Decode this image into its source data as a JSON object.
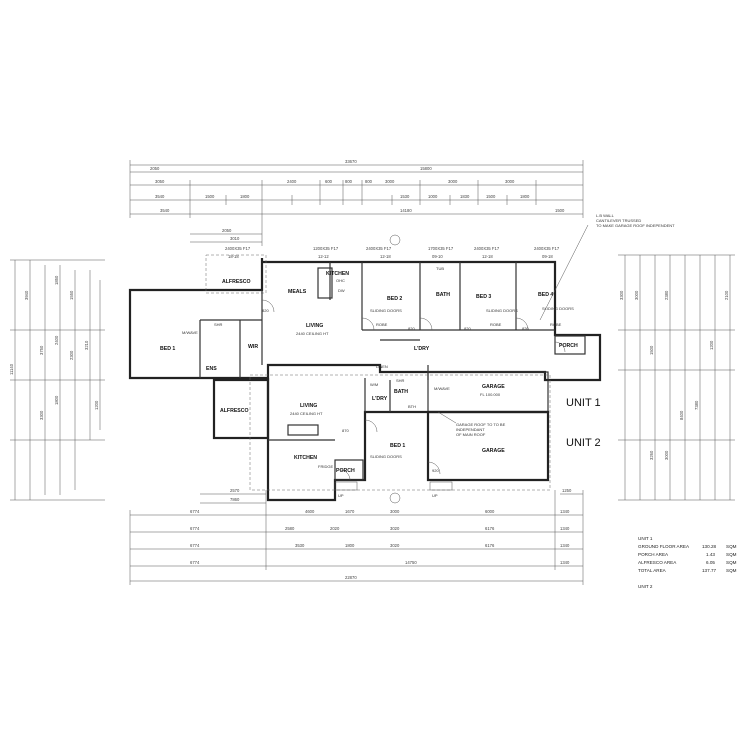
{
  "top_dims": {
    "r1": [
      "33670"
    ],
    "r2": [
      "2050",
      "15800"
    ],
    "r3": [
      "3050",
      "2400",
      "600",
      "800",
      "800",
      "3000",
      "3000",
      "3000"
    ],
    "r4": [
      "3540",
      "1500",
      "1800",
      "1530",
      "1000",
      "1830",
      "1500",
      "1800"
    ],
    "r5": [
      "3540",
      "14180",
      "1500"
    ],
    "r6": [
      "2050",
      "3010"
    ],
    "r7": [
      "2400X35 F17",
      "1200X35 F17",
      "2400X35 F17",
      "1700X35 F17",
      "2400X35 F17",
      "2400X35 F17"
    ],
    "r8": [
      "18-18",
      "12-12",
      "12-18",
      "09-10",
      "12-18",
      "09-18"
    ]
  },
  "bottom_dims": {
    "r1": [
      "2570"
    ],
    "r2": [
      "7860"
    ],
    "r3": [
      "6774",
      "4600",
      "1670",
      "3000",
      "6000",
      "1340"
    ],
    "r4": [
      "6774",
      "2580",
      "2020",
      "3020",
      "6176",
      "1340"
    ],
    "r5": [
      "6774",
      "3530",
      "1800",
      "3020",
      "6176",
      "1340"
    ],
    "r6": [
      "6774",
      "14750",
      "1340"
    ],
    "r7": [
      "22870"
    ],
    "r8": [
      "1250"
    ]
  },
  "left_dims": [
    "11140",
    "3940",
    "3750",
    "3300",
    "1850",
    "2400",
    "1800",
    "1550",
    "2300",
    "3210",
    "1200"
  ],
  "right_dims": [
    "3300",
    "3000",
    "1500",
    "2380",
    "8400",
    "7380",
    "1200",
    "2100",
    "3260",
    "3000"
  ],
  "rooms": {
    "alfresco_1": "ALFRESCO",
    "meals": "MEALS",
    "kitchen_1": "KITCHEN",
    "living_1": "LIVING",
    "living_1_ceiling": "2440 CEILING HT",
    "bed2": "BED 2",
    "bath_1": "BATH",
    "bed3": "BED 3",
    "bed4": "BED 4",
    "bed1_u1": "BED 1",
    "wir": "WIR",
    "ens": "ENS",
    "ldry_1": "L'DRY",
    "linen": "LINEN",
    "porch_1": "PORCH",
    "garage_1": "GARAGE",
    "garage_1_fl": "FL 100.000",
    "alfresco_2": "ALFRESCO",
    "living_2": "LIVING",
    "living_2_ceiling": "2440 CEILING HT",
    "kitchen_2": "KITCHEN",
    "ldry_2": "L'DRY",
    "bath_2": "BATH",
    "bed1_u2": "BED 1",
    "porch_2": "PORCH",
    "garage_2": "GARAGE"
  },
  "fixtures": [
    "SHR",
    "SHR",
    "SLIDING DOORS",
    "SLIDING DOORS",
    "SLIDING DOORS",
    "SLIDING DOORS",
    "ROBE",
    "ROBE",
    "ROBE",
    "M/WAVE",
    "M/WAVE",
    "OHC",
    "DW",
    "FRIDGE",
    "W/M",
    "BTH",
    "TUB",
    "820",
    "820",
    "820",
    "820",
    "870",
    "920"
  ],
  "notes": {
    "wall_note": "L.B WALL\nCANTILEVER TRUSSED\nTO MAKE GARAGE ROOF INDEPENDENT",
    "roof_note": "GARAGE ROOF TO TO BE\nINDEPENDANT\nOF MAIN ROOF",
    "up1": "UP",
    "up2": "UP"
  },
  "units": {
    "unit1": "UNIT 1",
    "unit2": "UNIT 2"
  },
  "area_schedule": {
    "title": "UNIT 1",
    "rows": [
      {
        "label": "GROUND FLOOR AREA",
        "value": "130.28",
        "unit": "SQM"
      },
      {
        "label": "PORCH AREA",
        "value": "1.43",
        "unit": "SQM"
      },
      {
        "label": "ALFRESCO AREA",
        "value": "6.05",
        "unit": "SQM"
      },
      {
        "label": "TOTAL AREA",
        "value": "137.77",
        "unit": "SQM"
      }
    ],
    "footer": "UNIT 2"
  }
}
